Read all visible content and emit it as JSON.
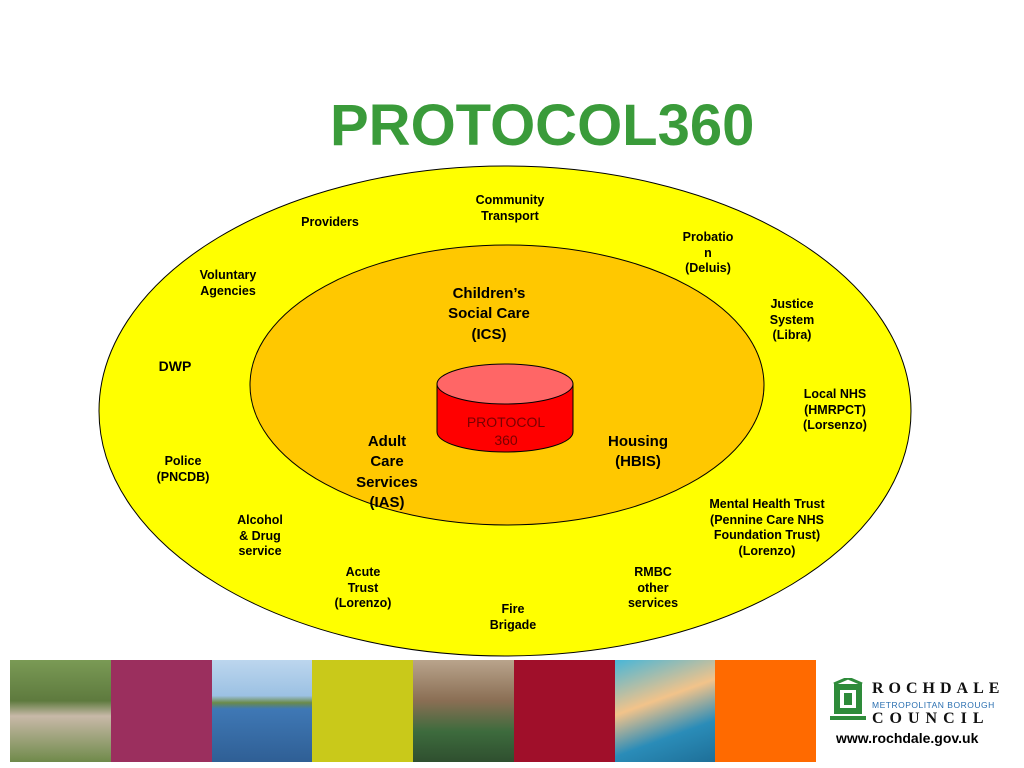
{
  "title": "PROTOCOL360",
  "colors": {
    "title": "#3a9b3a",
    "outer_ring": "#ffff00",
    "inner_ring": "#ffc800",
    "cylinder": "#ff0000",
    "cylinder_top": "#ff6666"
  },
  "center": {
    "label": "PROTOCOL\n360"
  },
  "inner_services": [
    {
      "id": "ics",
      "label": "Children’s\nSocial  Care\n(ICS)"
    },
    {
      "id": "ias",
      "label": "Adult\nCare\nServices\n(IAS)"
    },
    {
      "id": "hbis",
      "label": "Housing\n(HBIS)"
    }
  ],
  "outer_services": [
    {
      "id": "community-transport",
      "label": "Community\nTransport"
    },
    {
      "id": "providers",
      "label": "Providers"
    },
    {
      "id": "probation",
      "label": "Probatio\nn\n(Deluis)"
    },
    {
      "id": "voluntary-agencies",
      "label": "Voluntary\nAgencies"
    },
    {
      "id": "justice-system",
      "label": "Justice\nSystem\n(Libra)"
    },
    {
      "id": "dwp",
      "label": "DWP"
    },
    {
      "id": "local-nhs",
      "label": "Local NHS\n(HMRPCT)\n(Lorsenzo)"
    },
    {
      "id": "police",
      "label": "Police\n(PNCDB)"
    },
    {
      "id": "mental-health",
      "label": "Mental Health Trust\n(Pennine Care NHS\nFoundation Trust)\n(Lorenzo)"
    },
    {
      "id": "alcohol-drug",
      "label": "Alcohol\n& Drug\nservice"
    },
    {
      "id": "acute-trust",
      "label": "Acute\nTrust\n(Lorenzo)"
    },
    {
      "id": "rmbc",
      "label": "RMBC\nother\nservices"
    },
    {
      "id": "fire-brigade",
      "label": "Fire\nBrigade"
    }
  ],
  "footer": {
    "strip_colors": [
      "#6f8a4a",
      "#9b2f5e",
      "#4f86b8",
      "#c9c91a",
      "#7c6a55",
      "#a00f2a",
      "#3c9fc4",
      "#ff6a00"
    ],
    "council_line1": "ROCHDALE",
    "council_line2": "METROPOLITAN BOROUGH",
    "council_line3": "COUNCIL",
    "url": "www.rochdale.gov.uk"
  }
}
